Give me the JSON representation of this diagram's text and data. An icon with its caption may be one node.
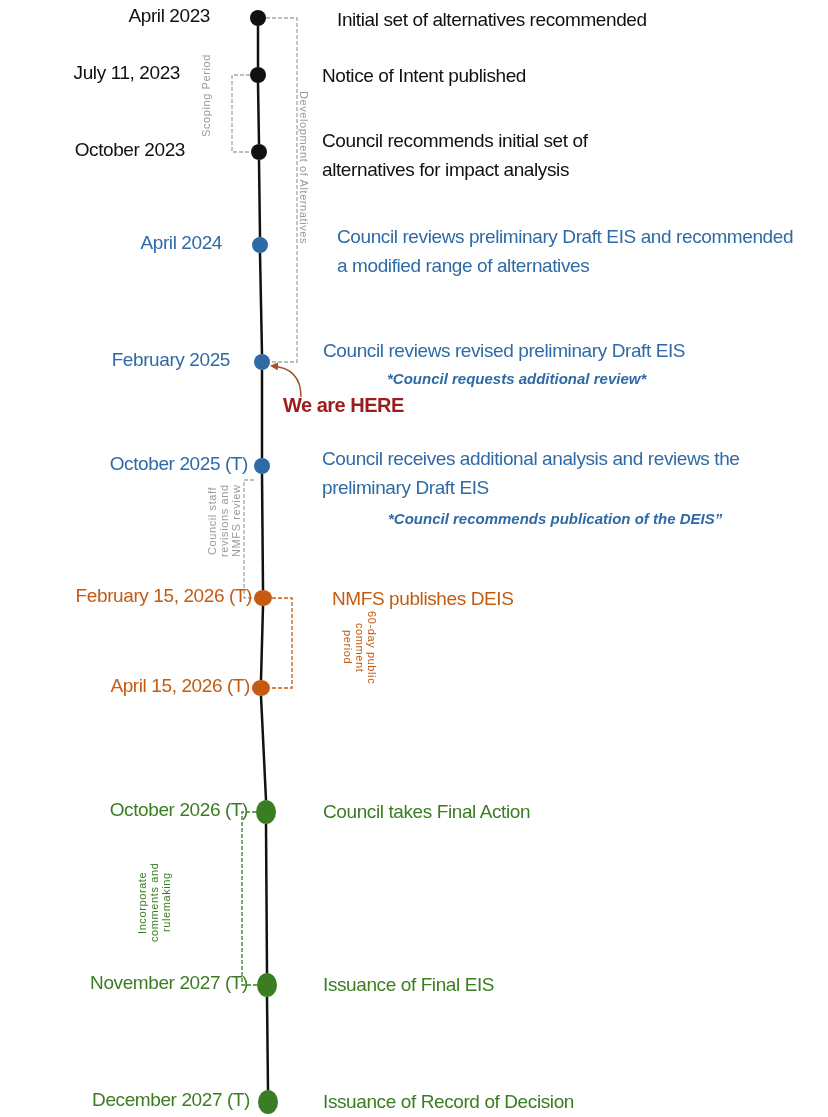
{
  "diagram": {
    "nodes": [
      {
        "text": [],
        "shape": "circle",
        "beside": [
          "April 2023",
          "Initial set of alternatives recommended"
        ]
      },
      {
        "text": [],
        "shape": "circle",
        "beside": [
          "July 11, 2023",
          "Notice of Intent published"
        ]
      },
      {
        "text": [],
        "shape": "circle",
        "beside": [
          "October 2023",
          "Council recommends initial set of alternatives for impact analysis"
        ]
      },
      {
        "text": [],
        "shape": "circle",
        "beside": [
          "April 2024",
          "Council reviews preliminary Draft EIS and recommended a modified range of alternatives"
        ]
      },
      {
        "text": [],
        "shape": "circle",
        "beside": [
          "February 2025",
          "Council reviews revised preliminary Draft EIS",
          "*Council requests additional review*"
        ]
      },
      {
        "text": [],
        "shape": "circle",
        "beside": [
          "October 2025 (T)",
          "Council receives additional analysis and reviews the preliminary Draft EIS",
          "*Council recommends publication of the DEIS”"
        ]
      },
      {
        "text": [],
        "shape": "circle",
        "beside": [
          "February 15, 2026 (T)",
          "NMFS publishes DEIS"
        ]
      },
      {
        "text": [],
        "shape": "circle",
        "beside": [
          "April 15, 2026 (T)"
        ]
      },
      {
        "text": [],
        "shape": "circle",
        "beside": [
          "October 2026 (T)",
          "Council takes Final Action"
        ]
      },
      {
        "text": [],
        "shape": "circle",
        "beside": [
          "November 2027 (T)",
          "Issuance of Final EIS"
        ]
      },
      {
        "text": [],
        "shape": "circle",
        "beside": [
          "December 2027 (T)",
          "Issuance of Record of Decision"
        ]
      },
      {
        "text": [
          "We are HERE"
        ]
      }
    ],
    "edges": [
      {
        "from": 0,
        "to": 1,
        "arrow": "none"
      },
      {
        "from": 1,
        "to": 2,
        "arrow": "none"
      },
      {
        "from": 2,
        "to": 3,
        "arrow": "none"
      },
      {
        "from": 3,
        "to": 4,
        "arrow": "none"
      },
      {
        "from": 4,
        "to": 5,
        "arrow": "none"
      },
      {
        "from": 5,
        "to": 6,
        "arrow": "none"
      },
      {
        "from": 6,
        "to": 7,
        "arrow": "none"
      },
      {
        "from": 7,
        "to": 8,
        "arrow": "none"
      },
      {
        "from": 8,
        "to": 9,
        "arrow": "none"
      },
      {
        "from": 9,
        "to": 10,
        "arrow": "none"
      },
      {
        "from": 11,
        "to": 4,
        "arrow": "to",
        "color": "#a0522d"
      }
    ],
    "labels": [
      "Scoping Period",
      "Development of Alternatives",
      "Council staff revisions and NMFS review",
      "60-day public comment period",
      "Incorporate comments and rulemaking"
    ]
  }
}
